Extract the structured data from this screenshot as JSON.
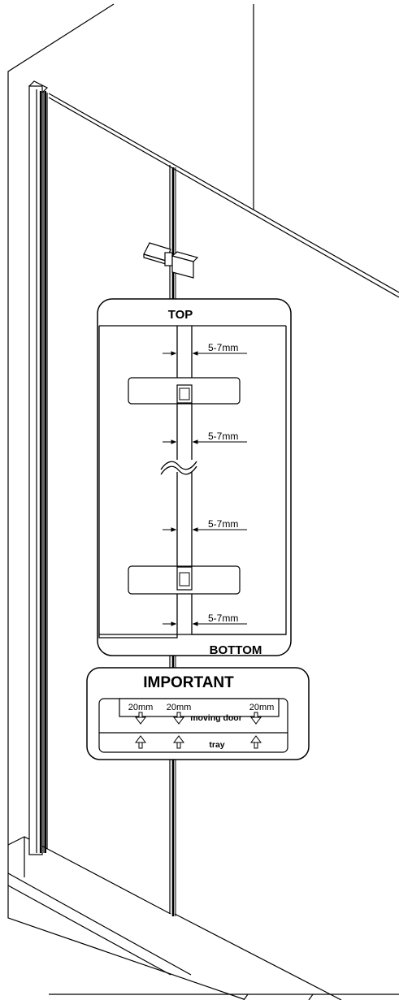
{
  "top_panel": {
    "heading_top": "TOP",
    "heading_bottom": "BOTTOM",
    "gap_labels": [
      "5-7mm",
      "5-7mm",
      "5-7mm",
      "5-7mm"
    ]
  },
  "important_panel": {
    "heading": "IMPORTANT",
    "clearances": [
      "20mm",
      "20mm",
      "20mm"
    ],
    "door_label": "moving door",
    "tray_label": "tray"
  },
  "colors": {
    "line": "#000000",
    "background": "#ffffff"
  }
}
